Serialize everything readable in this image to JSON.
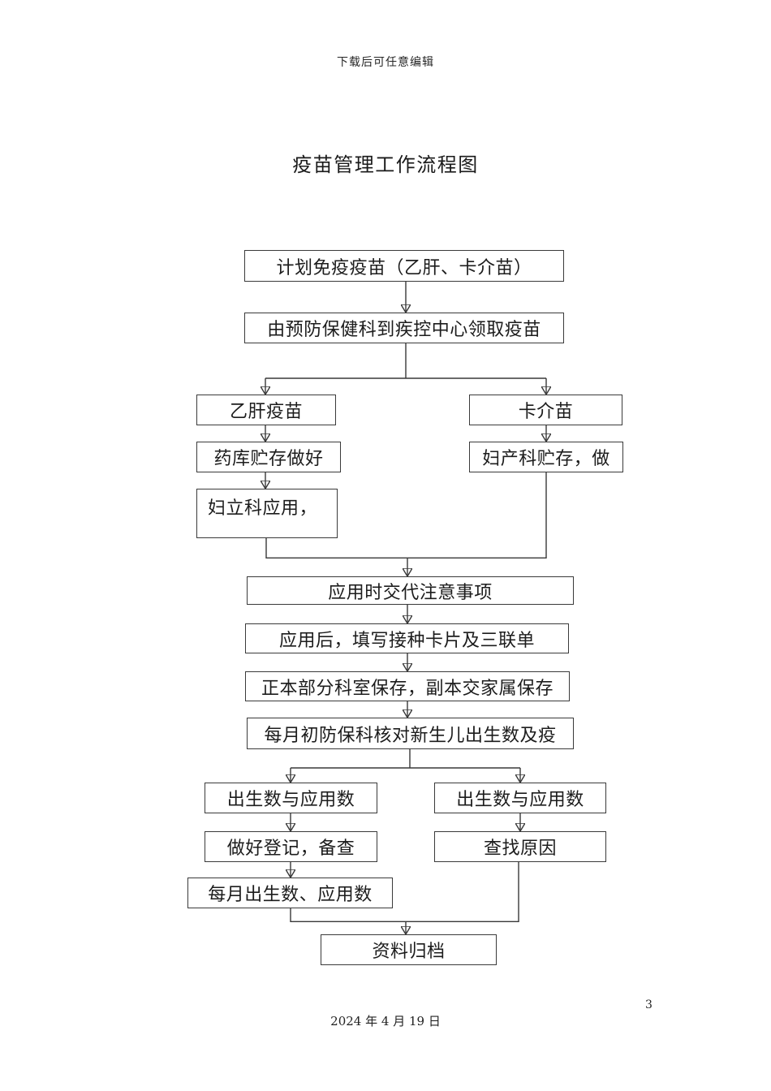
{
  "page": {
    "header_note": "下载后可任意编辑",
    "title": "疫苗管理工作流程图",
    "footer_date": "2024 年 4 月 19 日",
    "page_number": "3"
  },
  "flowchart": {
    "type": "flowchart",
    "nodes": [
      {
        "id": "plan-vaccine",
        "label": "计划免疫疫苗（乙肝、卡介苗）"
      },
      {
        "id": "collect-vaccine",
        "label": "由预防保健科到疾控中心领取疫苗"
      },
      {
        "id": "hepb-vaccine",
        "label": "乙肝疫苗"
      },
      {
        "id": "bcg-vaccine",
        "label": "卡介苗"
      },
      {
        "id": "pharmacy-storage",
        "label": "药库贮存做好"
      },
      {
        "id": "obstetrics-storage",
        "label": "妇产科贮存，做"
      },
      {
        "id": "obstetrics-apply",
        "label": "妇立科应用，"
      },
      {
        "id": "application-notes",
        "label": "应用时交代注意事项"
      },
      {
        "id": "fill-cards",
        "label": "应用后，填写接种卡片及三联单"
      },
      {
        "id": "keep-copies",
        "label": "正本部分科室保存，副本交家属保存"
      },
      {
        "id": "monthly-check",
        "label": "每月初防保科核对新生儿出生数及疫"
      },
      {
        "id": "counts-left",
        "label": "出生数与应用数"
      },
      {
        "id": "counts-right",
        "label": "出生数与应用数"
      },
      {
        "id": "register-archive",
        "label": "做好登记，备查"
      },
      {
        "id": "find-reason",
        "label": "查找原因"
      },
      {
        "id": "monthly-numbers",
        "label": "每月出生数、应用数"
      },
      {
        "id": "archive-files",
        "label": "资料归档"
      }
    ]
  }
}
